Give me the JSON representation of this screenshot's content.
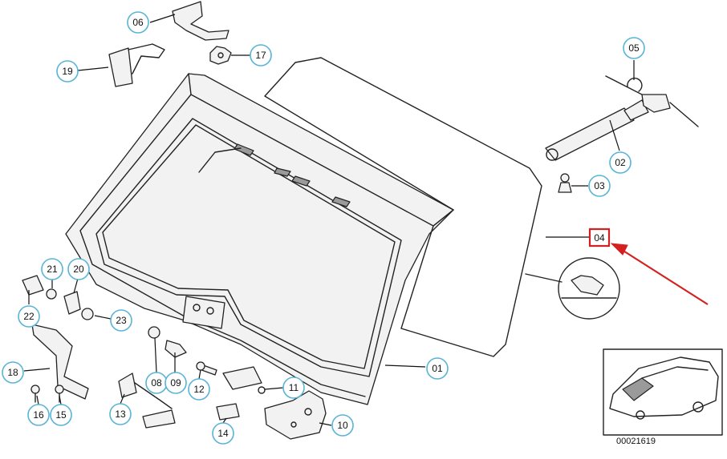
{
  "callouts": [
    {
      "id": "c01",
      "label": "01"
    },
    {
      "id": "c02",
      "label": "02"
    },
    {
      "id": "c03",
      "label": "03"
    },
    {
      "id": "c04",
      "label": "04"
    },
    {
      "id": "c05",
      "label": "05"
    },
    {
      "id": "c06",
      "label": "06"
    },
    {
      "id": "c08",
      "label": "08"
    },
    {
      "id": "c09",
      "label": "09"
    },
    {
      "id": "c10",
      "label": "10"
    },
    {
      "id": "c11",
      "label": "11"
    },
    {
      "id": "c12",
      "label": "12"
    },
    {
      "id": "c13",
      "label": "13"
    },
    {
      "id": "c14",
      "label": "14"
    },
    {
      "id": "c15",
      "label": "15"
    },
    {
      "id": "c16",
      "label": "16"
    },
    {
      "id": "c17",
      "label": "17"
    },
    {
      "id": "c18",
      "label": "18"
    },
    {
      "id": "c19",
      "label": "19"
    },
    {
      "id": "c20",
      "label": "20"
    },
    {
      "id": "c21",
      "label": "21"
    },
    {
      "id": "c22",
      "label": "22"
    },
    {
      "id": "c23",
      "label": "23"
    }
  ],
  "highlight": {
    "label_id": "c04",
    "color": "#d42020"
  },
  "colors": {
    "callout_ring": "#5ab4d6",
    "line": "#111111"
  },
  "diagram_code": "00021619"
}
